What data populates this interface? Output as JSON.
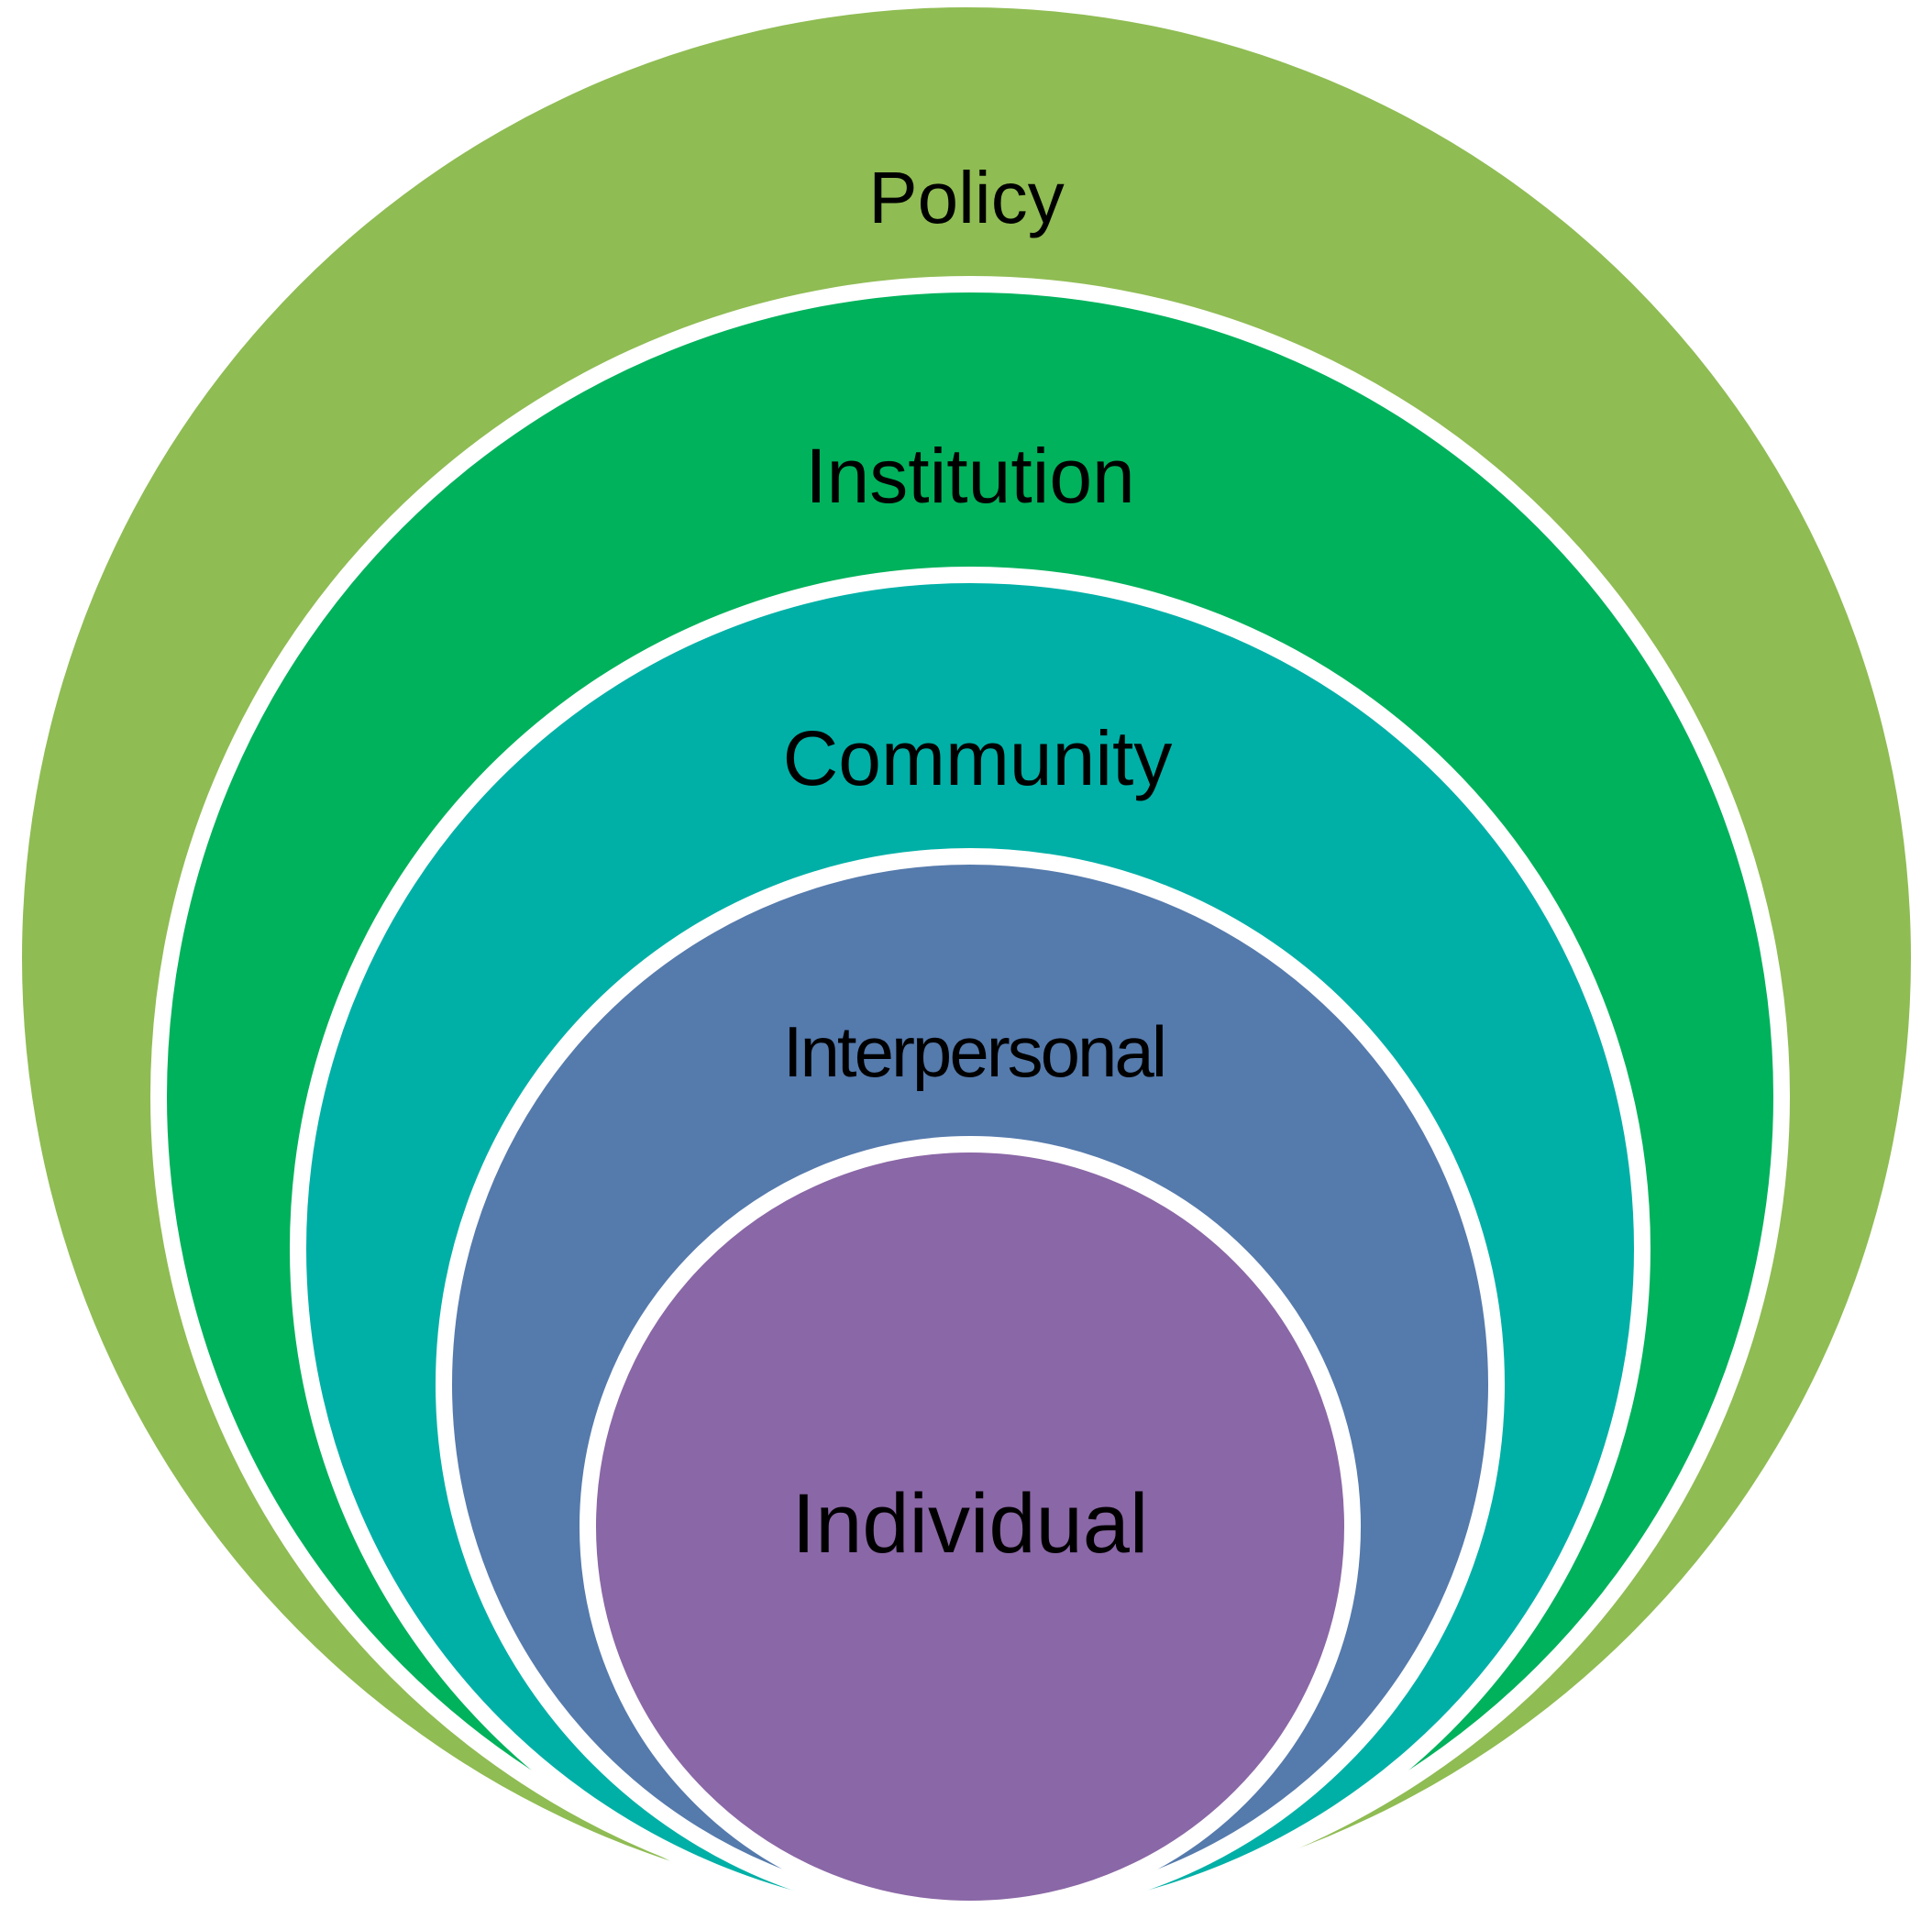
{
  "diagram": {
    "levels": [
      {
        "id": "policy",
        "label": "Policy",
        "color": "#8FBC53"
      },
      {
        "id": "institution",
        "label": "Institution",
        "color": "#00B25C"
      },
      {
        "id": "community",
        "label": "Community",
        "color": "#00B0A6"
      },
      {
        "id": "interpersonal",
        "label": "Interpersonal",
        "color": "#557AAC"
      },
      {
        "id": "individual",
        "label": "Individual",
        "color": "#8A67A6"
      }
    ],
    "ring_border_color": "#FFFFFF"
  }
}
